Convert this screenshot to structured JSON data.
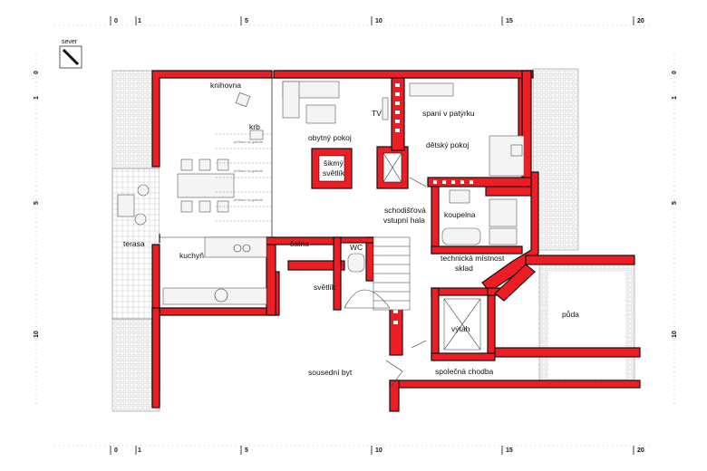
{
  "scale": {
    "labels": [
      "0",
      "1",
      "5",
      "10",
      "15",
      "20"
    ],
    "side_labels": [
      "0",
      "1",
      "5",
      "10"
    ]
  },
  "north": {
    "label": "sever"
  },
  "rooms": {
    "knihovna": "knihovna",
    "krb": "krb",
    "obytny_pokoj": "obytný pokoj",
    "tv": "TV",
    "spani": "spaní v patýrku",
    "detsky_pokoj": "dětský pokoj",
    "sikmy_1": "šikmý",
    "sikmy_2": "světlík",
    "terasa": "terasa",
    "kuchyn": "kuchyň",
    "satna": "šatna",
    "wc": "WC",
    "svetlik": "světlík",
    "schodistova_1": "schodišťová",
    "schodistova_2": "vstupní hala",
    "koupelna": "koupelna",
    "technicka_1": "technická místnost",
    "technicka_2": "sklad",
    "vytah": "výtah",
    "puda": "půda",
    "sousedni_byt": "sousední byt",
    "spolecna_chodba": "společná chodba"
  },
  "beam_note": "průhled do galerie"
}
